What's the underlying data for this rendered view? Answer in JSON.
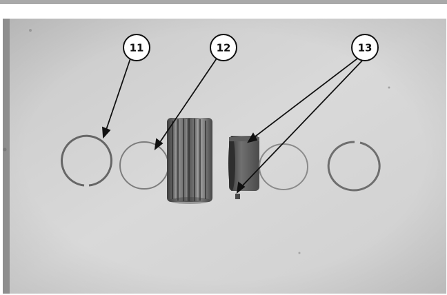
{
  "photo": {
    "callouts": [
      {
        "id": "callout-11",
        "label": "11"
      },
      {
        "id": "callout-12",
        "label": "12"
      },
      {
        "id": "callout-13",
        "label": "13"
      }
    ]
  }
}
